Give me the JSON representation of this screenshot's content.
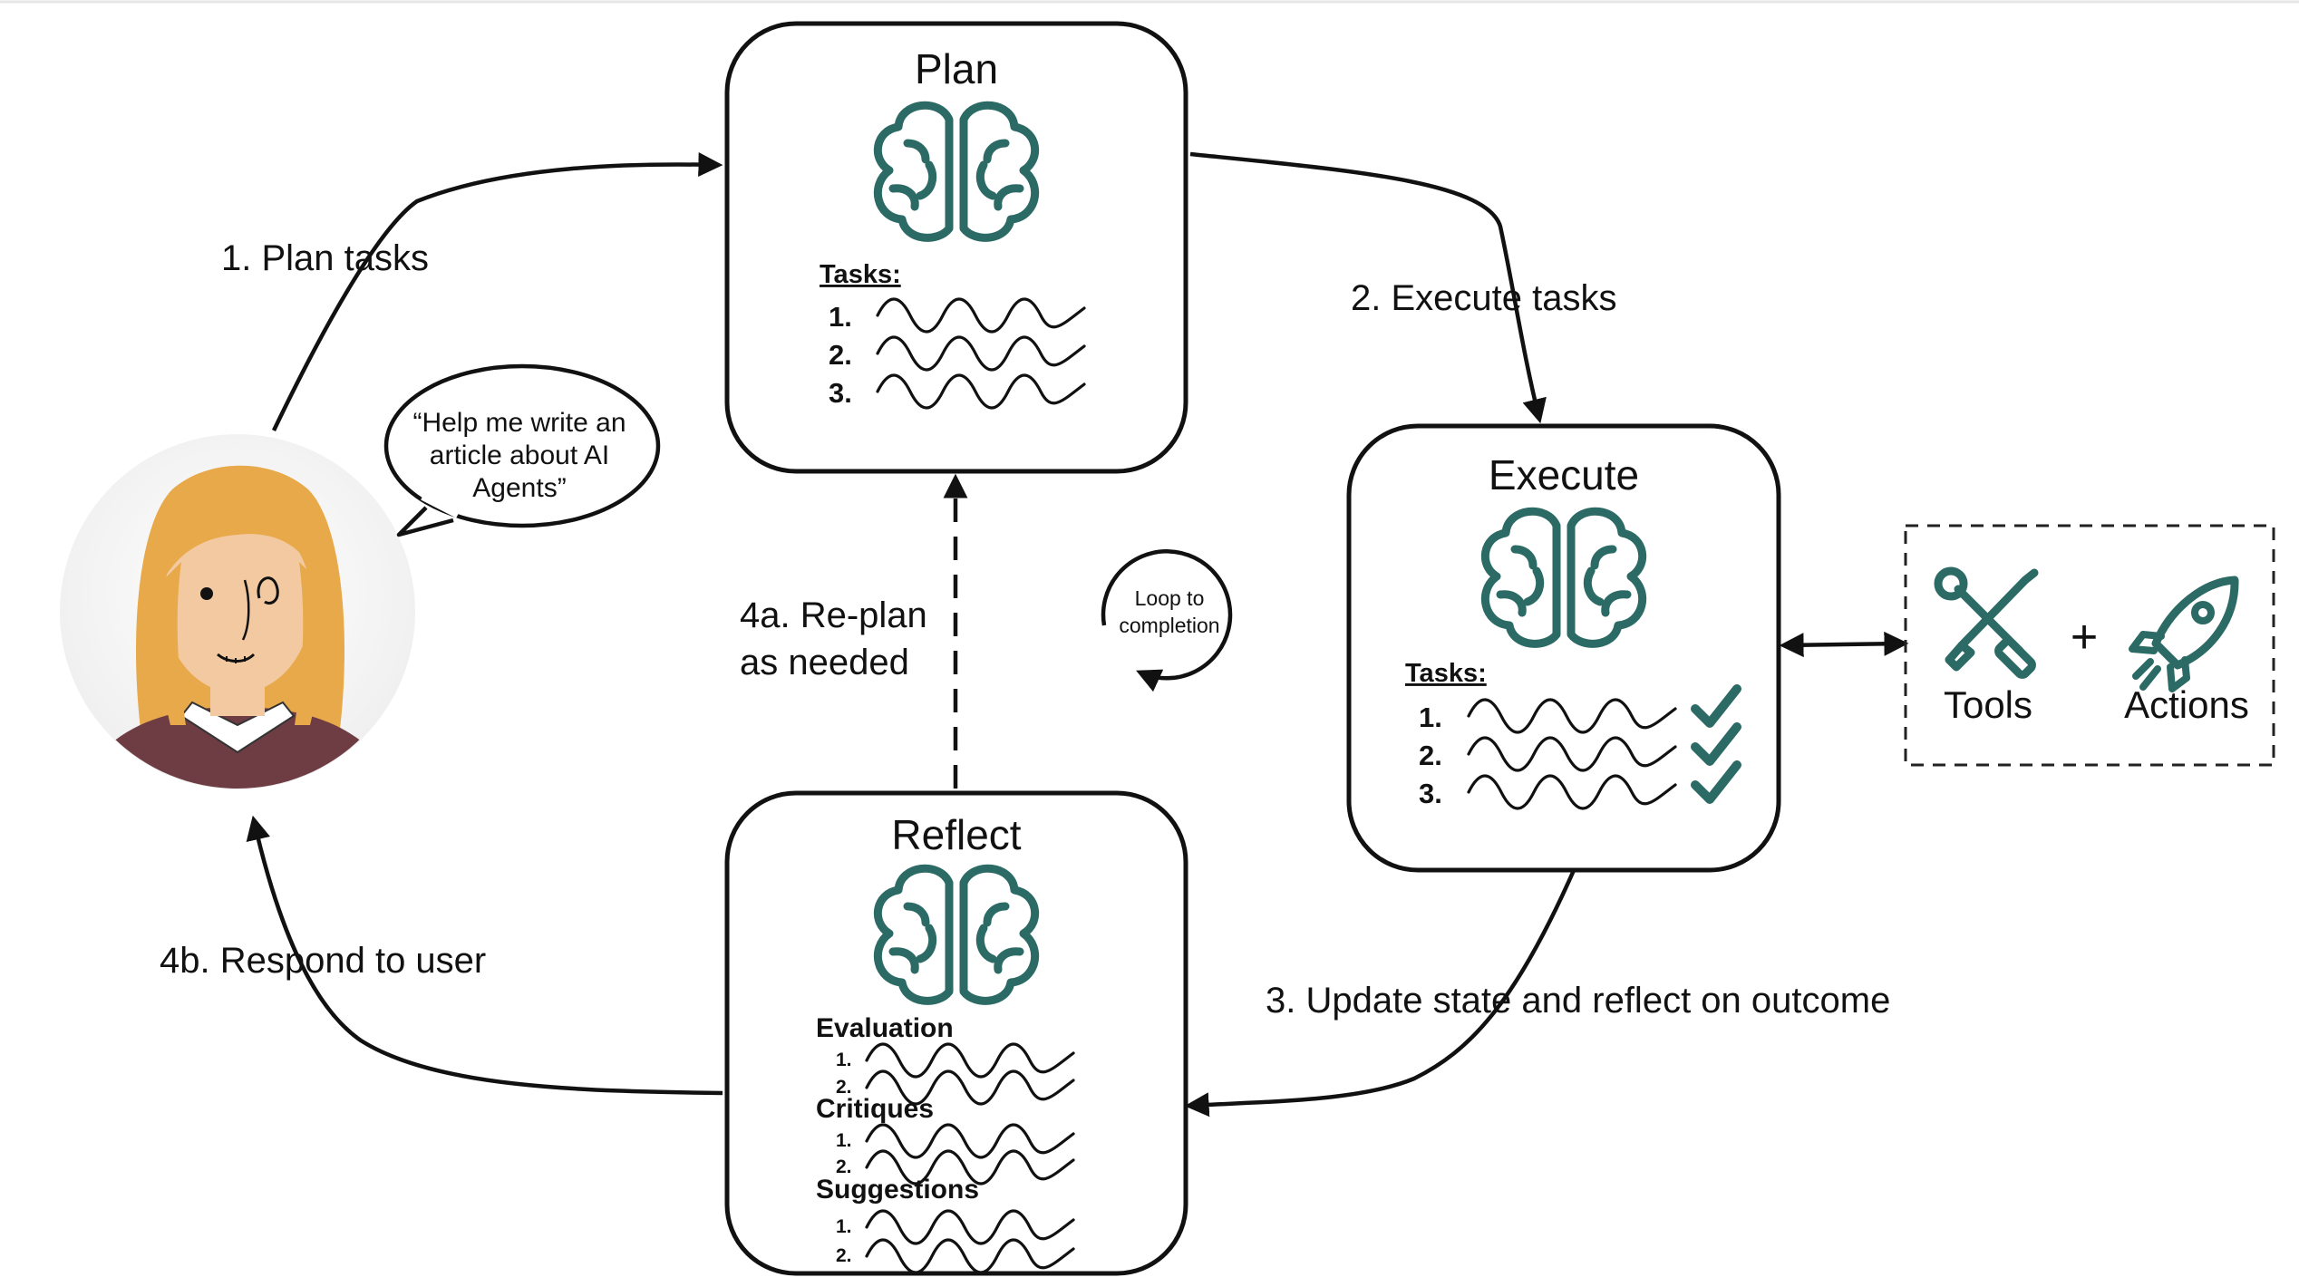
{
  "nodes": {
    "plan": {
      "title": "Plan",
      "tasks_label": "Tasks:",
      "items": [
        "1.",
        "2.",
        "3."
      ]
    },
    "execute": {
      "title": "Execute",
      "tasks_label": "Tasks:",
      "items": [
        "1.",
        "2.",
        "3."
      ]
    },
    "reflect": {
      "title": "Reflect",
      "sections": [
        {
          "label": "Evaluation",
          "items": [
            "1.",
            "2."
          ]
        },
        {
          "label": "Critiques",
          "items": [
            "1.",
            "2."
          ]
        },
        {
          "label": "Suggestions",
          "items": [
            "1.",
            "2."
          ]
        }
      ]
    },
    "tools": {
      "tools_label": "Tools",
      "plus": "+",
      "actions_label": "Actions"
    }
  },
  "user": {
    "speech_lines": [
      "“Help me write an",
      "article about AI",
      "Agents”"
    ]
  },
  "loop": {
    "lines": [
      "Loop to",
      "completion"
    ]
  },
  "edges": {
    "plan_tasks": "1. Plan tasks",
    "execute_tasks": "2. Execute tasks",
    "update_reflect": "3. Update state and reflect on outcome",
    "replan": [
      "4a. Re-plan",
      "as needed"
    ],
    "respond": "4b. Respond to user"
  },
  "colors": {
    "accent": "#2c6b65",
    "stroke": "#111111",
    "hair": "#e8a94a",
    "skin": "#f2c9a0",
    "shirt": "#6e3d44"
  }
}
